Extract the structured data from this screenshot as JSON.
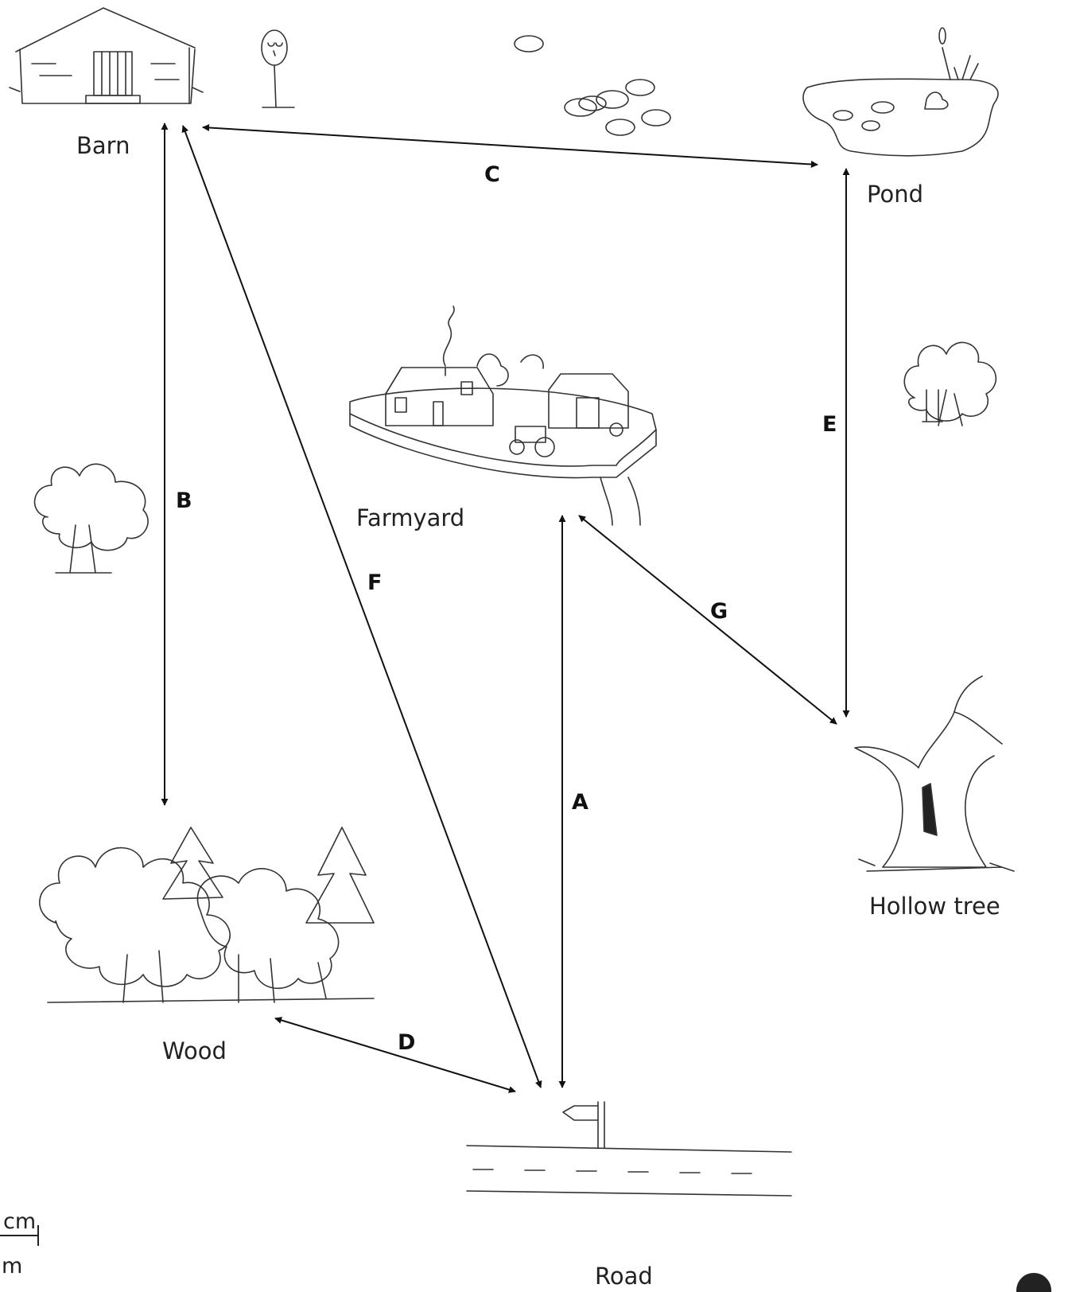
{
  "places": {
    "barn": "Barn",
    "pond": "Pond",
    "farmyard": "Farmyard",
    "hollow_tree": "Hollow tree",
    "wood": "Wood",
    "road": "Road"
  },
  "routes": [
    {
      "label": "A",
      "from": "Road",
      "to": "Farmyard"
    },
    {
      "label": "B",
      "from": "Barn",
      "to": "Wood"
    },
    {
      "label": "C",
      "from": "Barn",
      "to": "Pond"
    },
    {
      "label": "D",
      "from": "Wood",
      "to": "Road"
    },
    {
      "label": "E",
      "from": "Pond",
      "to": "Hollow tree"
    },
    {
      "label": "F",
      "from": "Barn",
      "to": "Road"
    },
    {
      "label": "G",
      "from": "Farmyard",
      "to": "Hollow tree"
    }
  ],
  "scale": {
    "top_unit": "cm",
    "bottom_unit": "m"
  },
  "colors": {
    "line": "#111111",
    "sketch": "#333333",
    "background": "#ffffff"
  }
}
